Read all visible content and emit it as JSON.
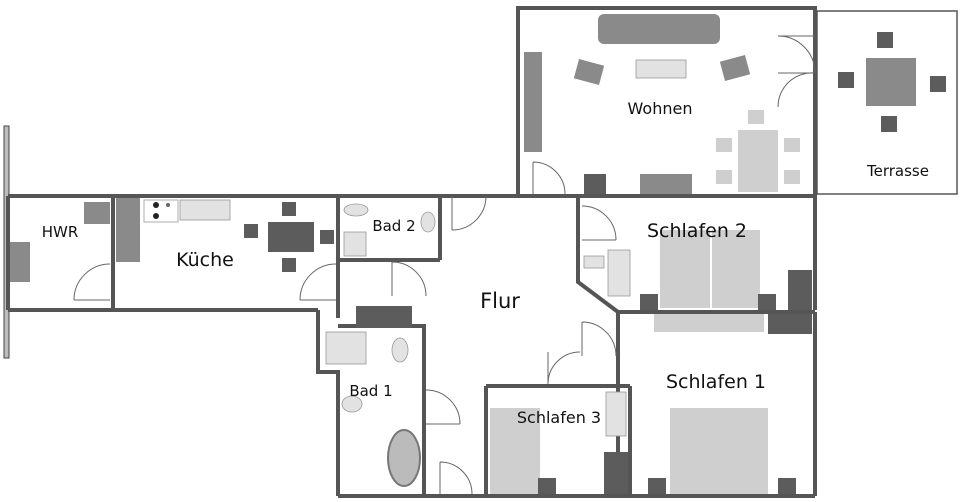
{
  "rooms": {
    "wohnen": "Wohnen",
    "terrasse": "Terrasse",
    "hwr": "HWR",
    "kueche": "Küche",
    "bad2": "Bad 2",
    "flur": "Flur",
    "schlafen2": "Schlafen 2",
    "bad1": "Bad 1",
    "schlafen1": "Schlafen 1",
    "schlafen3": "Schlafen 3"
  }
}
